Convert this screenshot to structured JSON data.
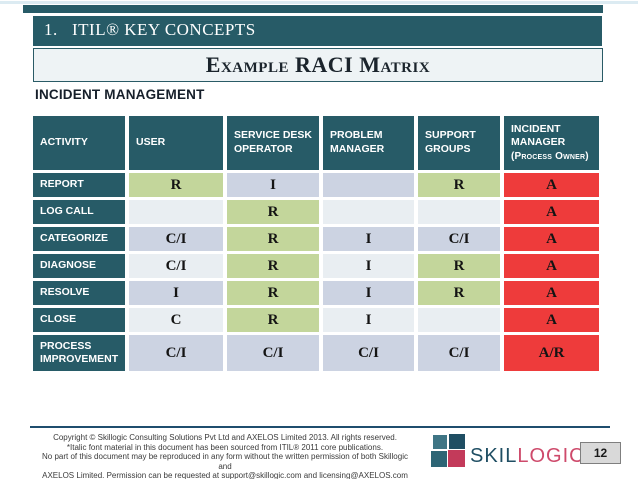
{
  "slide": {
    "kicker": "1.   ITIL® KEY CONCEPTS",
    "title": "Example RACI Matrix",
    "section": "INCIDENT MANAGEMENT",
    "page_number": "12"
  },
  "raci_table": {
    "columns": [
      {
        "label": "ACTIVITY"
      },
      {
        "label": "USER"
      },
      {
        "label": "SERVICE DESK OPERATOR"
      },
      {
        "label": "PROBLEM MANAGER"
      },
      {
        "label": "SUPPORT GROUPS"
      },
      {
        "label": "INCIDENT MANAGER",
        "sub": "(Process Owner)"
      }
    ],
    "rows": [
      {
        "activity": "REPORT",
        "cells": [
          {
            "value": "R",
            "bg": "green"
          },
          {
            "value": "I",
            "bg": "lavender"
          },
          {
            "value": "",
            "bg": "lavender"
          },
          {
            "value": "R",
            "bg": "green"
          },
          {
            "value": "A",
            "bg": "red"
          }
        ]
      },
      {
        "activity": "LOG CALL",
        "cells": [
          {
            "value": "",
            "bg": "light"
          },
          {
            "value": "R",
            "bg": "green"
          },
          {
            "value": "",
            "bg": "light"
          },
          {
            "value": "",
            "bg": "light"
          },
          {
            "value": "A",
            "bg": "red"
          }
        ]
      },
      {
        "activity": "CATEGORIZE",
        "cells": [
          {
            "value": "C/I",
            "bg": "lavender"
          },
          {
            "value": "R",
            "bg": "green"
          },
          {
            "value": "I",
            "bg": "lavender"
          },
          {
            "value": "C/I",
            "bg": "lavender"
          },
          {
            "value": "A",
            "bg": "red"
          }
        ]
      },
      {
        "activity": "DIAGNOSE",
        "cells": [
          {
            "value": "C/I",
            "bg": "light"
          },
          {
            "value": "R",
            "bg": "green"
          },
          {
            "value": "I",
            "bg": "light"
          },
          {
            "value": "R",
            "bg": "green"
          },
          {
            "value": "A",
            "bg": "red"
          }
        ]
      },
      {
        "activity": "RESOLVE",
        "cells": [
          {
            "value": "I",
            "bg": "lavender"
          },
          {
            "value": "R",
            "bg": "green"
          },
          {
            "value": "I",
            "bg": "lavender"
          },
          {
            "value": "R",
            "bg": "green"
          },
          {
            "value": "A",
            "bg": "red"
          }
        ]
      },
      {
        "activity": "CLOSE",
        "cells": [
          {
            "value": "C",
            "bg": "light"
          },
          {
            "value": "R",
            "bg": "green"
          },
          {
            "value": "I",
            "bg": "light"
          },
          {
            "value": "",
            "bg": "light"
          },
          {
            "value": "A",
            "bg": "red"
          }
        ]
      },
      {
        "activity": "PROCESS IMPROVEMENT",
        "cells": [
          {
            "value": "C/I",
            "bg": "lavender"
          },
          {
            "value": "C/I",
            "bg": "lavender"
          },
          {
            "value": "C/I",
            "bg": "lavender"
          },
          {
            "value": "C/I",
            "bg": "lavender"
          },
          {
            "value": "A/R",
            "bg": "red"
          }
        ]
      }
    ]
  },
  "footer": {
    "lines": [
      "Copyright © Skillogic Consulting Solutions Pvt Ltd and AXELOS Limited 2013. All rights reserved.",
      "*Italic font material in this document has been sourced from ITIL® 2011 core publications.",
      "No part of this document may be reproduced in any form without the written permission of both Skillogic and",
      "AXELOS Limited. Permission can be requested at support@skillogic.com and licensing@AXELOS.com"
    ]
  },
  "logo": {
    "part1": "SKIL",
    "part2": "LOGIC"
  },
  "colors": {
    "header_teal": "#275b67",
    "green_cell": "#c3d69b",
    "lavender_cell": "#ccd3e2",
    "light_cell": "#e9eef2",
    "red_cell": "#ee3b3b",
    "footer_rule_navy": "#1f4e6e",
    "logo_teal": "#1f4e63",
    "logo_pink": "#ce4a6b",
    "page_box_gray": "#d9d9d9"
  }
}
